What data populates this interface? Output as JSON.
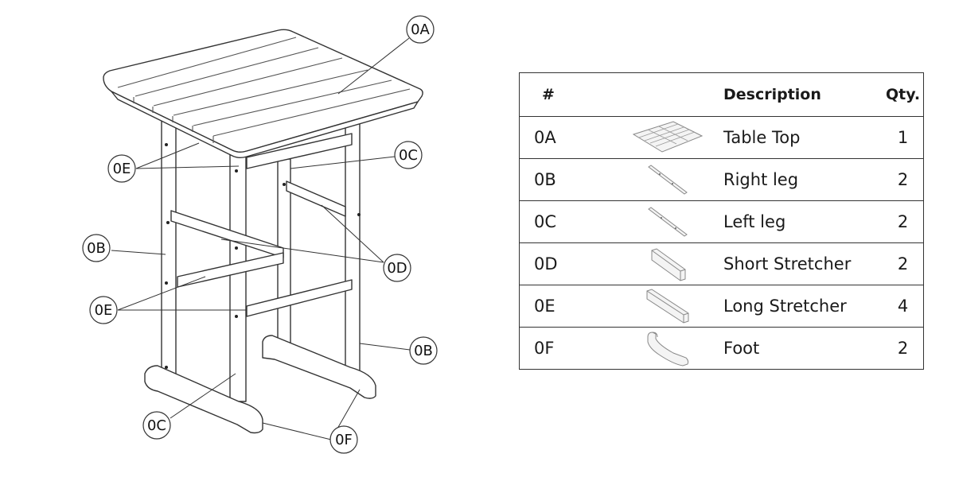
{
  "callouts": {
    "a": "0A",
    "e_top": "0E",
    "c_top": "0C",
    "b_left": "0B",
    "d": "0D",
    "e_bottom": "0E",
    "b_right": "0B",
    "c_bottom": "0C",
    "f": "0F"
  },
  "table": {
    "headers": {
      "num": "#",
      "description": "Description",
      "qty": "Qty."
    },
    "rows": [
      {
        "id": "0A",
        "icon": "table-top-thumbnail",
        "description": "Table Top",
        "qty": "1"
      },
      {
        "id": "0B",
        "icon": "right-leg-thumbnail",
        "description": "Right leg",
        "qty": "2"
      },
      {
        "id": "0C",
        "icon": "left-leg-thumbnail",
        "description": "Left leg",
        "qty": "2"
      },
      {
        "id": "0D",
        "icon": "short-stretcher-thumbnail",
        "description": "Short Stretcher",
        "qty": "2"
      },
      {
        "id": "0E",
        "icon": "long-stretcher-thumbnail",
        "description": "Long Stretcher",
        "qty": "4"
      },
      {
        "id": "0F",
        "icon": "foot-thumbnail",
        "description": "Foot",
        "qty": "2"
      }
    ]
  }
}
